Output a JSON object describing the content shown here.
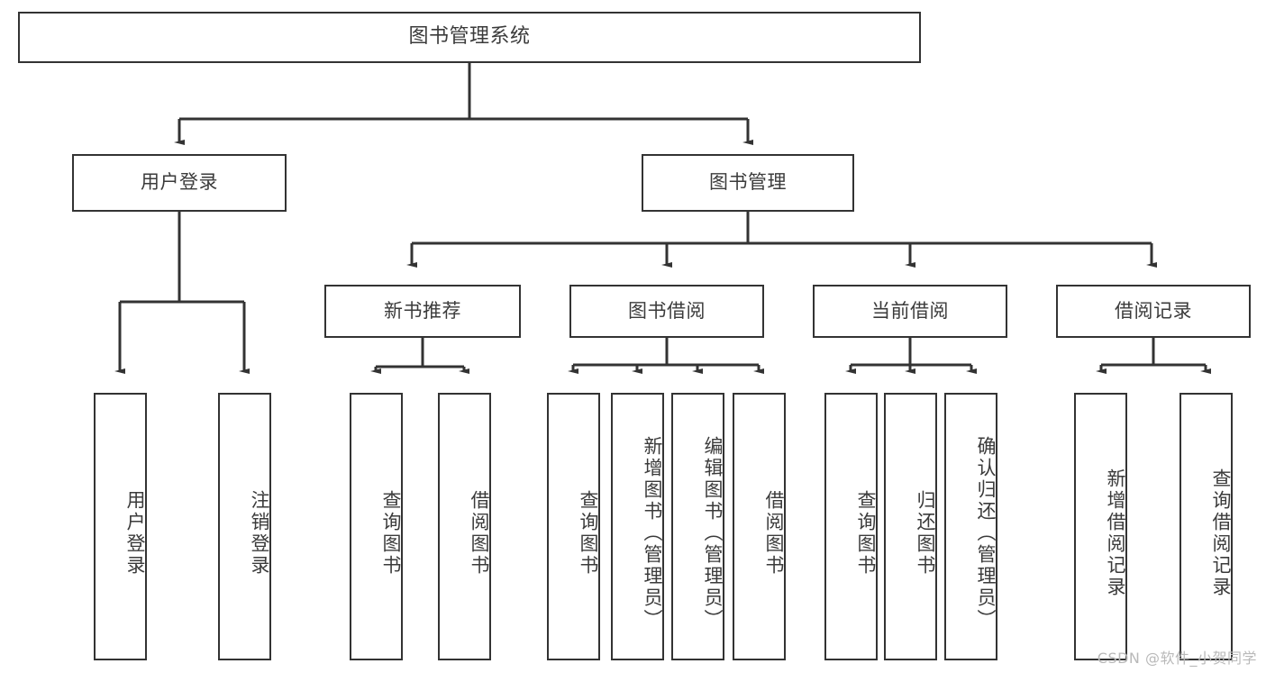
{
  "diagram": {
    "title": "图书管理系统",
    "type": "tree-structure-chart",
    "watermark": "CSDN @软件_小贺同学",
    "colors": {
      "background": "#ffffff",
      "box_fill": "#ffffff",
      "box_border": "#333333",
      "connector": "#333333",
      "text": "#3b3b3b",
      "watermark": "#b9b9b9"
    },
    "nodes": {
      "root": {
        "label": "图书管理系统"
      },
      "level1": [
        {
          "id": "user-login",
          "label": "用户登录"
        },
        {
          "id": "book-manage",
          "label": "图书管理"
        }
      ],
      "level2": [
        {
          "id": "new-book-recommend",
          "label": "新书推荐"
        },
        {
          "id": "book-borrow",
          "label": "图书借阅"
        },
        {
          "id": "current-borrow",
          "label": "当前借阅"
        },
        {
          "id": "borrow-record",
          "label": "借阅记录"
        }
      ],
      "leaves": {
        "user_login": [
          {
            "id": "leaf-user-login",
            "label": "用户登录"
          },
          {
            "id": "leaf-logout-login",
            "label": "注销登录"
          }
        ],
        "new_book_recommend": [
          {
            "id": "leaf-query-book-1",
            "label": "查询图书"
          },
          {
            "id": "leaf-borrow-book-1",
            "label": "借阅图书"
          }
        ],
        "book_borrow": [
          {
            "id": "leaf-query-book-2",
            "label": "查询图书"
          },
          {
            "id": "leaf-add-book",
            "label": "新增图书（管理员）"
          },
          {
            "id": "leaf-edit-book",
            "label": "编辑图书（管理员）"
          },
          {
            "id": "leaf-borrow-book-2",
            "label": "借阅图书"
          }
        ],
        "current_borrow": [
          {
            "id": "leaf-query-book-3",
            "label": "查询图书"
          },
          {
            "id": "leaf-return-book",
            "label": "归还图书"
          },
          {
            "id": "leaf-confirm-return",
            "label": "确认归还（管理员）"
          }
        ],
        "borrow_record": [
          {
            "id": "leaf-add-record",
            "label": "新增借阅记录"
          },
          {
            "id": "leaf-query-record",
            "label": "查询借阅记录"
          }
        ]
      }
    }
  }
}
